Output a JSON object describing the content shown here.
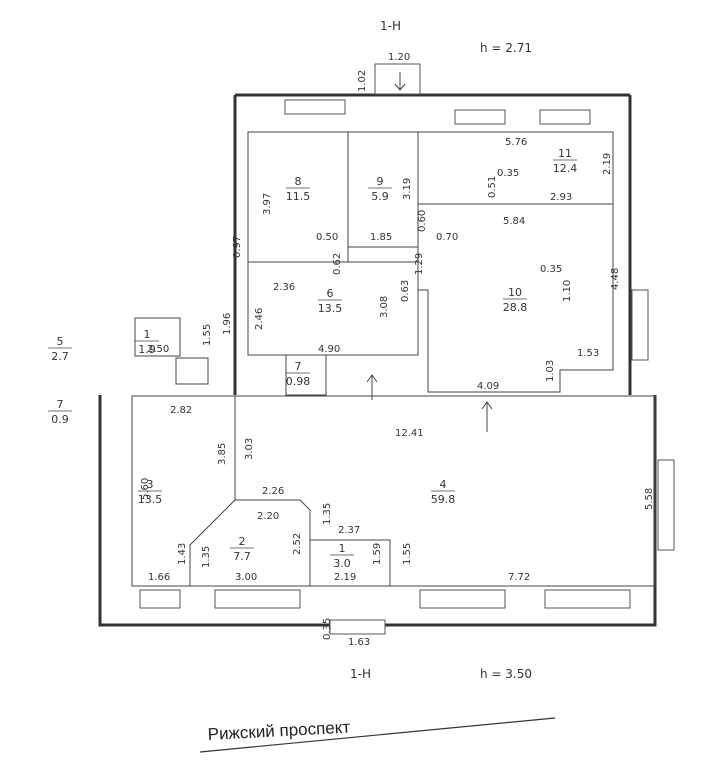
{
  "header": {
    "axis_label": "1-Н",
    "height_label": "h = 2.71",
    "width_label": "1.20",
    "stair_label": "1.02"
  },
  "footer": {
    "axis_label": "1-Н",
    "height_label": "h = 3.50",
    "dim_a": "0.35",
    "dim_b": "1.63"
  },
  "street_name": "Рижский проспект",
  "rooms": [
    {
      "num": "8",
      "area": "11.5"
    },
    {
      "num": "9",
      "area": "5.9"
    },
    {
      "num": "11",
      "area": "12.4"
    },
    {
      "num": "6",
      "area": "13.5"
    },
    {
      "num": "10",
      "area": "28.8"
    },
    {
      "num": "7",
      "area": "0.98"
    },
    {
      "num": "3",
      "area": "13.5"
    },
    {
      "num": "4",
      "area": "59.8"
    },
    {
      "num": "2",
      "area": "7.7"
    },
    {
      "num": "1",
      "area": "3.0"
    },
    {
      "num": "5",
      "area": "2.7"
    },
    {
      "num": "7",
      "area": "0.9"
    },
    {
      "num": "1",
      "area": "1.9"
    }
  ],
  "dimensions": [
    "5.76",
    "0.35",
    "0.51",
    "2.19",
    "2.93",
    "3.97",
    "3.19",
    "0.97",
    "0.50",
    "1.85",
    "0.60",
    "0.70",
    "5.84",
    "0.62",
    "1.29",
    "0.35",
    "2.36",
    "0.63",
    "3.08",
    "1.10",
    "4.48",
    "2.46",
    "2.50",
    "1.55",
    "1.96",
    "4.90",
    "1.53",
    "1.03",
    "4.09",
    "2.82",
    "12.41",
    "3.85",
    "3.03",
    "5.60",
    "2.26",
    "5.58",
    "2.20",
    "1.35",
    "2.37",
    "1.43",
    "1.35",
    "2.52",
    "1.59",
    "1.55",
    "1.66",
    "3.00",
    "2.19",
    "7.72"
  ]
}
